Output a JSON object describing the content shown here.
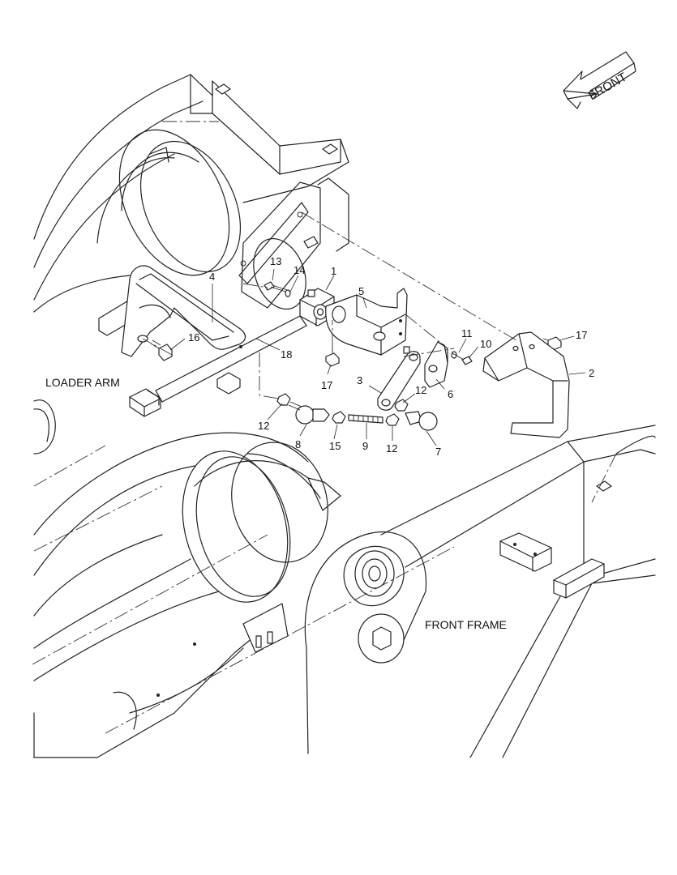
{
  "labels": {
    "front": "FRONT",
    "loader_arm": "LOADER ARM",
    "front_frame": "FRONT FRAME"
  },
  "callouts": {
    "c1": "1",
    "c2": "2",
    "c3": "3",
    "c4": "4",
    "c5": "5",
    "c6": "6",
    "c7": "7",
    "c8": "8",
    "c9": "9",
    "c10": "10",
    "c11": "11",
    "c12a": "12",
    "c12b": "12",
    "c12c": "12",
    "c13": "13",
    "c14": "14",
    "c15": "15",
    "c16": "16",
    "c17a": "17",
    "c17b": "17",
    "c18": "18"
  }
}
